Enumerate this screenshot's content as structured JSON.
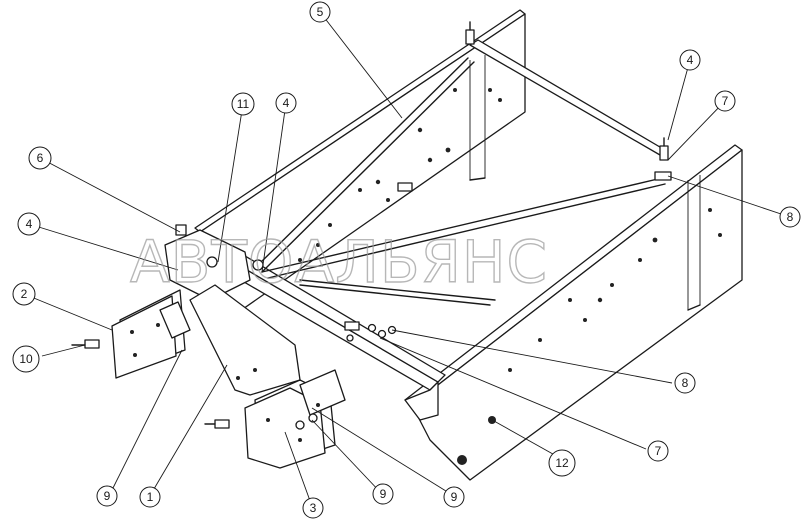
{
  "watermark": "АВТОАЛЬЯНС",
  "callouts": [
    {
      "id": "c5",
      "label": "5"
    },
    {
      "id": "c4a",
      "label": "4"
    },
    {
      "id": "c7a",
      "label": "7"
    },
    {
      "id": "c11",
      "label": "11"
    },
    {
      "id": "c4b",
      "label": "4"
    },
    {
      "id": "c6",
      "label": "6"
    },
    {
      "id": "c8a",
      "label": "8"
    },
    {
      "id": "c4c",
      "label": "4"
    },
    {
      "id": "c2",
      "label": "2"
    },
    {
      "id": "c10",
      "label": "10"
    },
    {
      "id": "c8b",
      "label": "8"
    },
    {
      "id": "c7b",
      "label": "7"
    },
    {
      "id": "c12",
      "label": "12"
    },
    {
      "id": "c9a",
      "label": "9"
    },
    {
      "id": "c1",
      "label": "1"
    },
    {
      "id": "c3",
      "label": "3"
    },
    {
      "id": "c9b",
      "label": "9"
    },
    {
      "id": "c9c",
      "label": "9"
    }
  ]
}
